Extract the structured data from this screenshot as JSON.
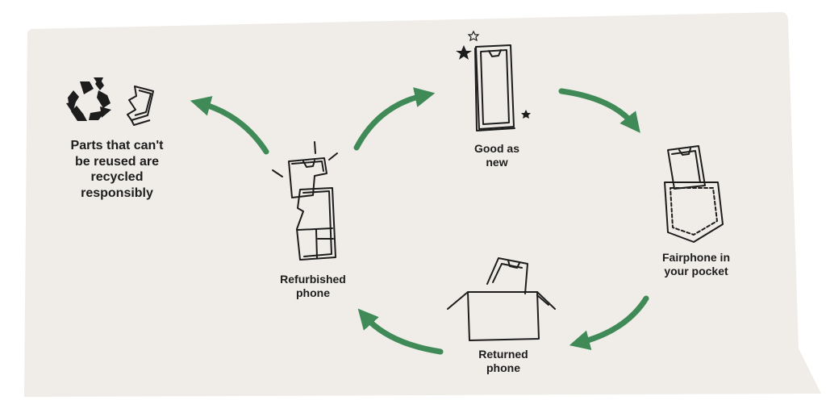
{
  "colors": {
    "background": "#f0ede8",
    "arrow": "#3f8a57",
    "ink": "#1d1d1d"
  },
  "icons": [
    "recycle-icon",
    "broken-part-icon",
    "star-icon",
    "phone-icon",
    "pocket-icon",
    "box-icon",
    "broken-phone-icon",
    "cycle-arrow-icon"
  ],
  "steps": {
    "recycled": {
      "line1": "Parts that can't",
      "line2": "be reused are",
      "line3": "recycled",
      "line4": "responsibly"
    },
    "good_as_new": {
      "line1": "Good as",
      "line2": "new"
    },
    "in_pocket": {
      "line1": "Fairphone in",
      "line2": "your pocket"
    },
    "returned": {
      "line1": "Returned",
      "line2": "phone"
    },
    "refurbished": {
      "line1": "Refurbished",
      "line2": "phone"
    }
  }
}
